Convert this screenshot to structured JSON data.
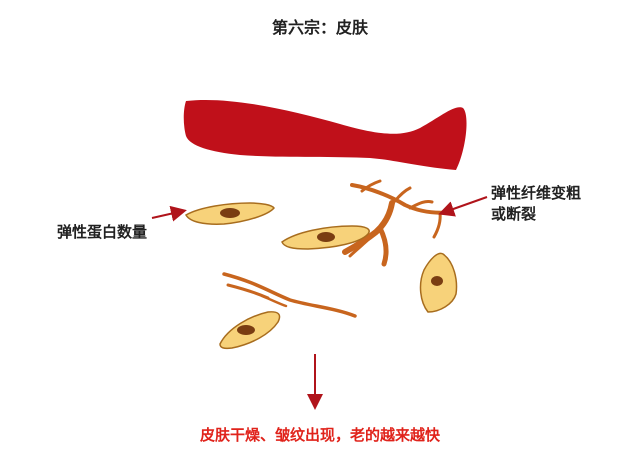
{
  "title": "第六宗：皮肤",
  "labels": {
    "elastin": "弹性蛋白数量",
    "fiber_line1": "弹性纤维变粗",
    "fiber_line2": "或断裂"
  },
  "conclusion": "皮肤干燥、皱纹出现，老的越来越快",
  "colors": {
    "vessel": "#c0101a",
    "fiber": "#c8651e",
    "cell_fill": "#f7d27a",
    "cell_stroke": "#a86d1e",
    "nucleus": "#7a3d12",
    "arrow": "#b0141b",
    "conclusion": "#e0231b"
  }
}
